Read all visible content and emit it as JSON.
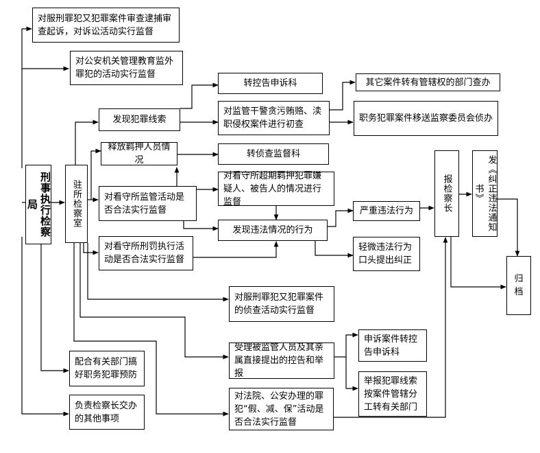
{
  "nodes": {
    "bureau": "刑事执行检察局",
    "office": "驻所检察室",
    "n1": "对服刑罪犯又犯罪案件审查逮捕审查起诉，对诉讼活动实行监督",
    "n2": "对公安机关管理教育监外罪犯的活动实行监督",
    "clue": "发现犯罪线索",
    "complaint_dept1": "转控告申诉科",
    "other_case": "其它案件转有管辖权的部门查办",
    "corruption": "对监管干警贪污贿赂、渎职侵权案件进行初查",
    "to_supervision": "职务犯罪案件移送监察委员会侦办",
    "release": "释放羁押人员情况",
    "inspection_dept": "转侦查监督科",
    "custody_supervision": "对看守所监管活动是否合法实行监督",
    "overdue": "对看守所超期羁押犯罪嫌疑人、被告人的情况进行监督",
    "violation": "发现违法情况的行为",
    "serious": "严重违法行为",
    "minor": "轻微违法行为口头提出纠正",
    "penalty": "对看守所刑罚执行活动是否合法实行监督",
    "report_chief": "报检察长",
    "notice": "发《纠正违法通知书》",
    "archive": "归档",
    "reoffend": "对服刑罪犯又犯罪案件的侦查活动实行监督",
    "accept": "受理被监管人员及其亲属直接提出的控告和举报",
    "complaint_dept2": "申诉案件转控告申诉科",
    "transfer_clue": "举报犯罪线索按案件管辖分工转有关部门",
    "cooperate": "配合有关部门搞好职务犯罪预防",
    "court": "对法院、公安办理的罪犯“假、减、保”活动是否合法实行监督",
    "other_tasks": "负责检察长交办的其他事项"
  }
}
